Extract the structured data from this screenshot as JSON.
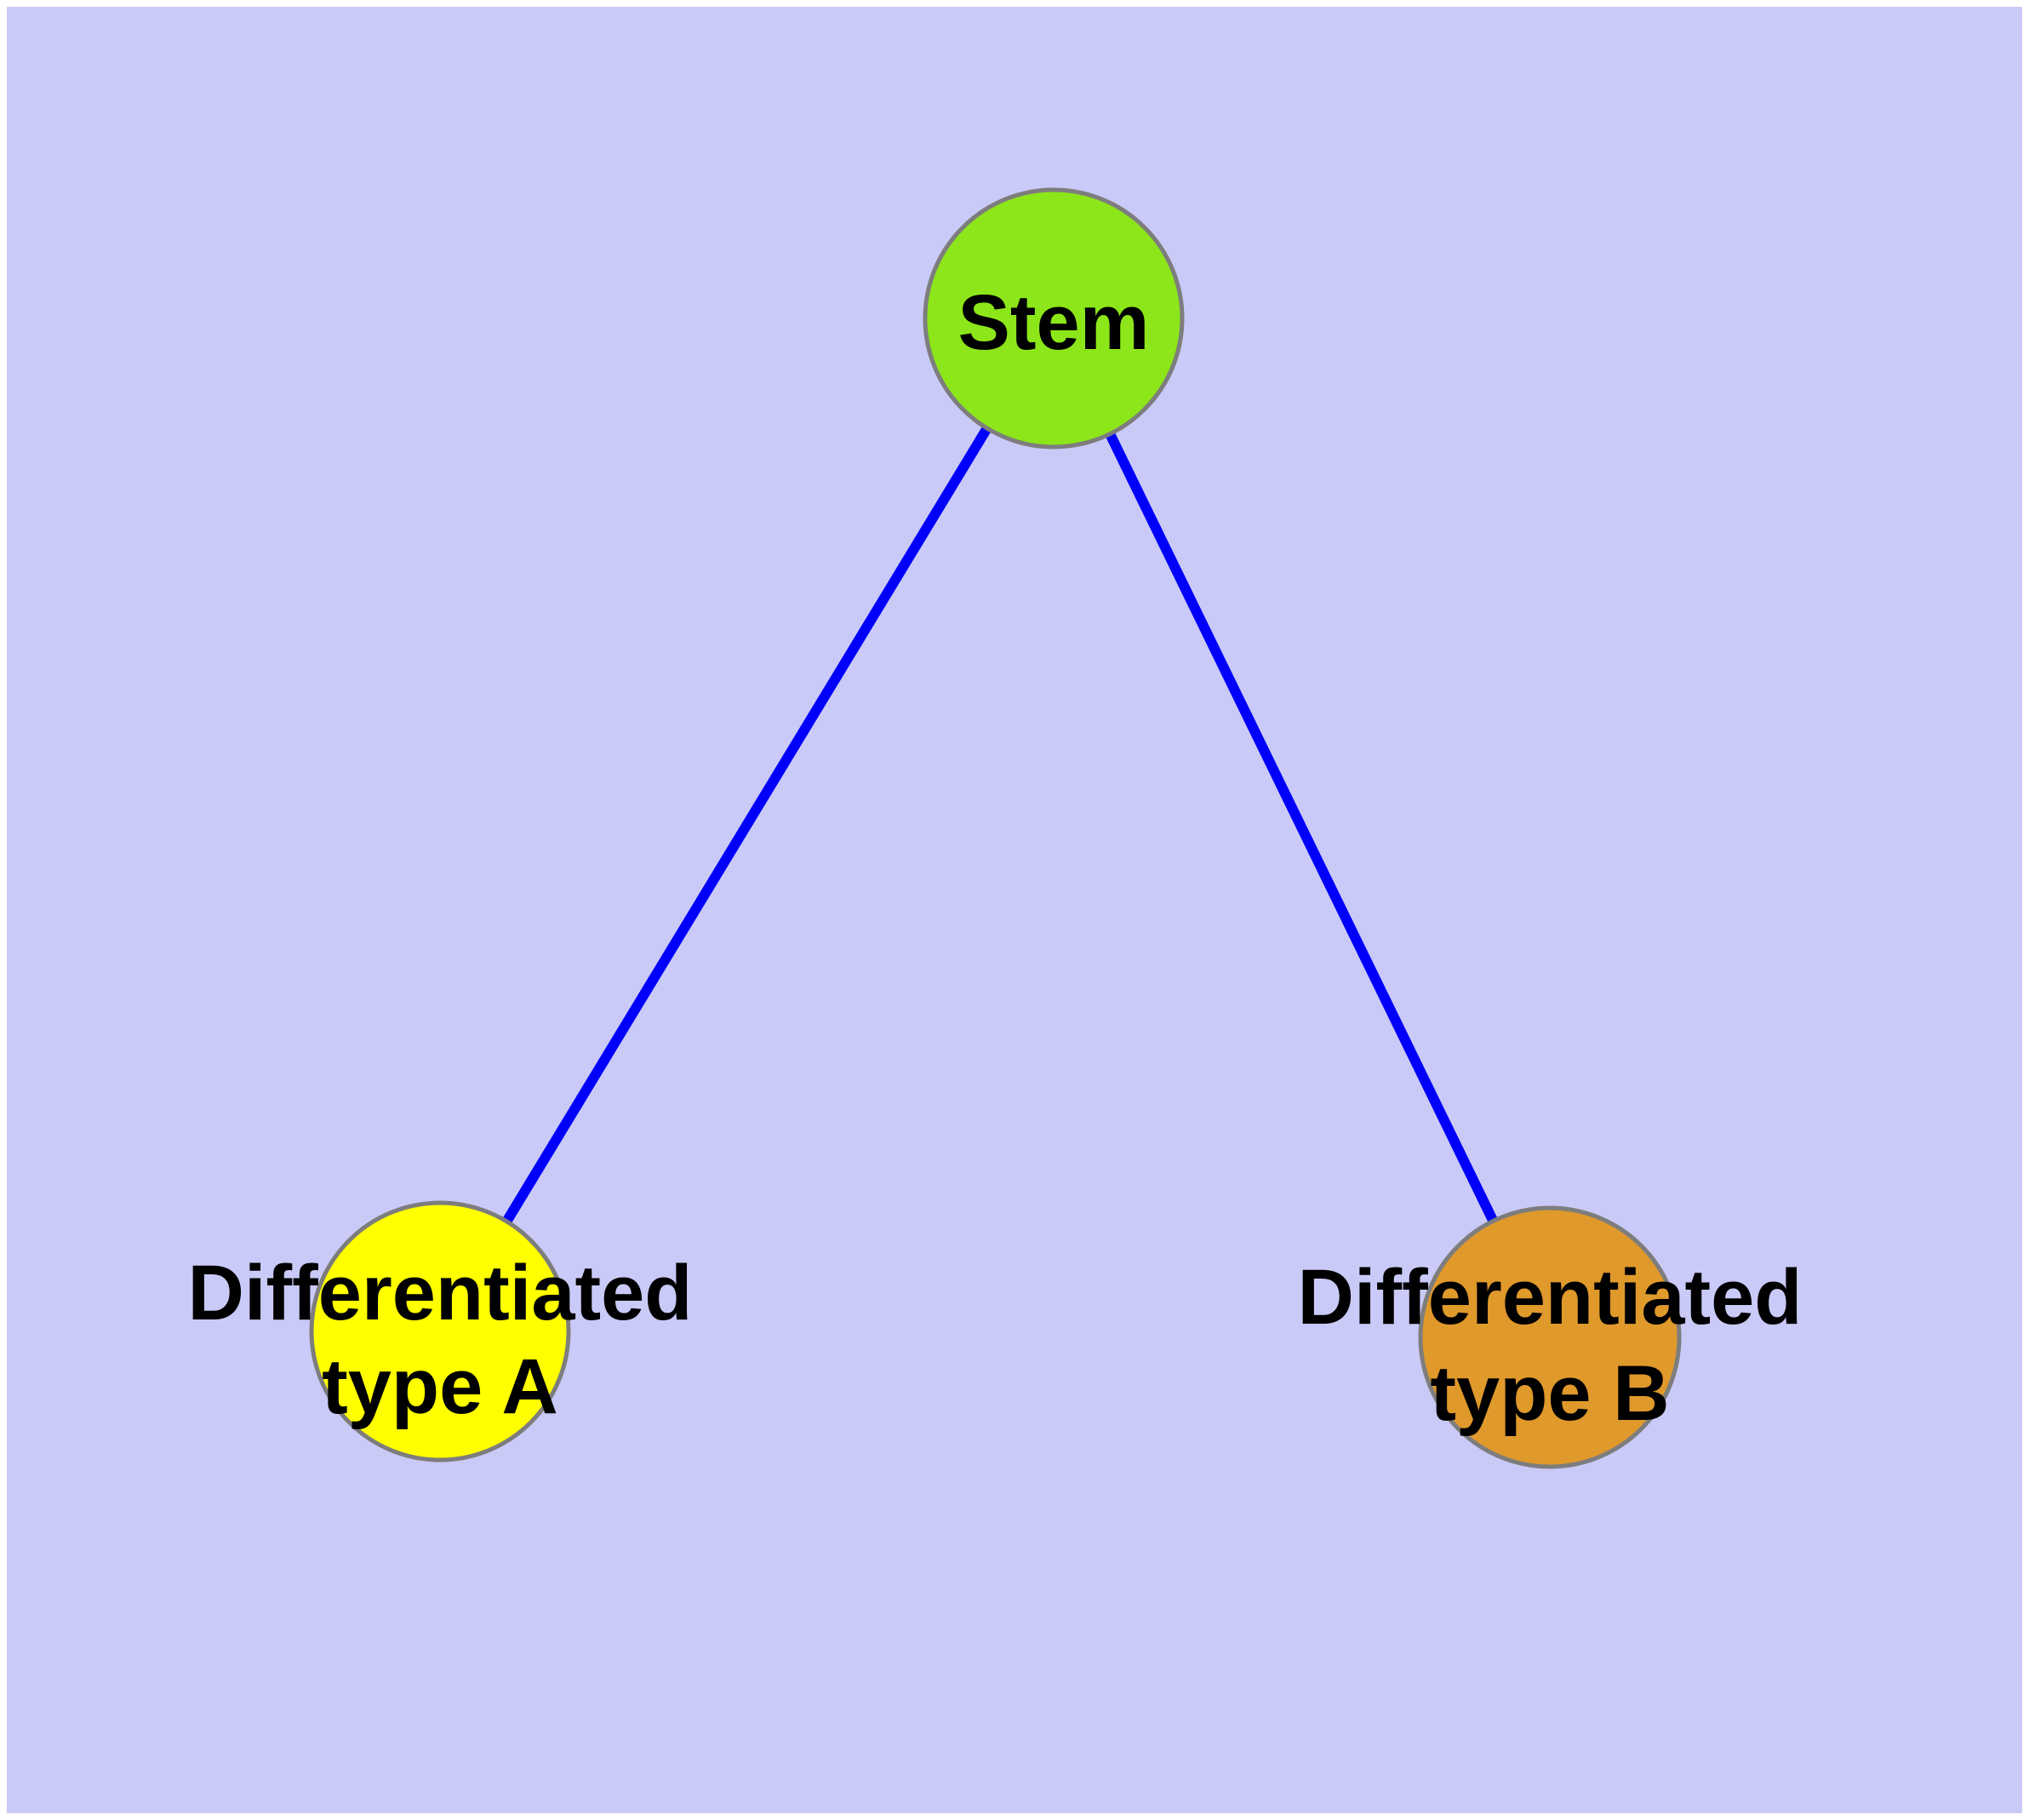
{
  "diagram": {
    "type": "graph",
    "colors": {
      "frame": "#ffffff",
      "background": "#cacaf8",
      "edge": "#0000fa",
      "node_border": "#7d7d7d",
      "label_text": "#000000"
    },
    "nodes": {
      "stem": {
        "label": "Stem",
        "fill": "#8ce619"
      },
      "type_a": {
        "label_line1": "Differentiated",
        "label_line2": "type A",
        "fill": "#ffff00"
      },
      "type_b": {
        "label_line1": "Differentiated",
        "label_line2": "type B",
        "fill": "#e0992b"
      }
    },
    "edges": {
      "stem_to_type_a": {
        "from": "Stem",
        "to": "Differentiated type A"
      },
      "stem_to_type_b": {
        "from": "Stem",
        "to": "Differentiated type B"
      }
    }
  }
}
